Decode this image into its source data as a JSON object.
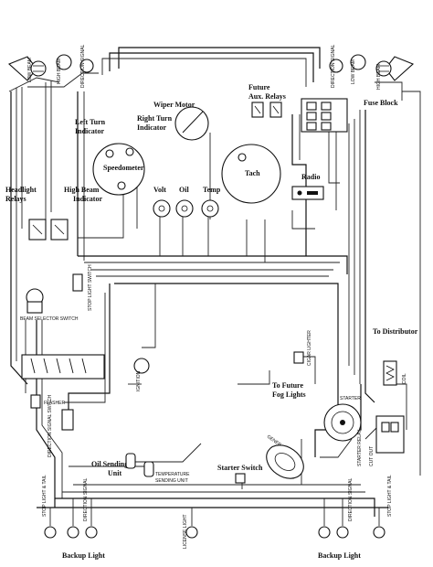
{
  "labels": {
    "wiper_motor": "Wiper Motor",
    "future": "Future",
    "aux_relays": "Aux. Relays",
    "fuse_block": "Fuse Block",
    "left_turn_1": "Left Turn",
    "left_turn_2": "Indicator",
    "right_turn_1": "Right Turn",
    "right_turn_2": "Indicator",
    "speedometer": "Speedometer",
    "tach": "Tach",
    "radio": "Radio",
    "volt": "Volt",
    "oil": "Oil",
    "temp": "Temp",
    "high_beam_1": "High Beam",
    "high_beam_2": "Indicator",
    "headlight_1": "Headlight",
    "headlight_2": "Relays",
    "to_distributor": "To Distributor",
    "to_future_1": "To Future",
    "to_future_2": "Fog Lights",
    "starter": "STARTER",
    "generator": "GENERATOR",
    "starter_switch": "Starter Switch",
    "oil_sending_1": "Oil Sending",
    "oil_sending_2": "Unit",
    "temp_sending_1": "TEMPERATURE",
    "temp_sending_2": "SENDING UNIT",
    "backup_left": "Backup Light",
    "backup_right": "Backup Light",
    "low_beam": "LOW BEAM",
    "high_beam_lamp": "HIGH BEAM",
    "direction_signal": "DIRECTION SIGNAL",
    "flasher": "FLASHER",
    "ignition": "IGNITION",
    "beam_selector": "BEAM SELECTOR SWITCH",
    "direction_signal_switch": "DIRECTION SIGNAL SWITCH",
    "stop_light_switch": "STOP LIGHT SWITCH",
    "cigar_lighter": "CIGAR LIGHTER",
    "coil": "COIL",
    "cut_out": "CUT OUT",
    "starter_relay": "STARTER RELAY",
    "stop_tail_left": "STOP LIGHT & TAIL",
    "stop_tail_right": "STOP LIGHT & TAIL",
    "license_light": "LICENSE LIGHT",
    "direction_signal_rear": "DIRECTION SIGNAL"
  }
}
